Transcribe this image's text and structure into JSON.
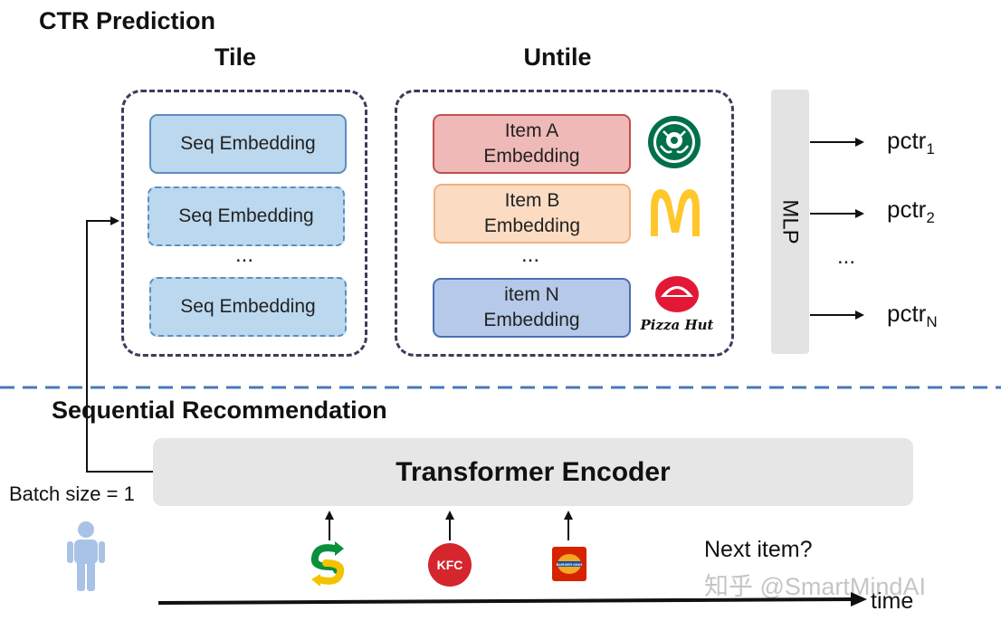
{
  "section_titles": {
    "ctr": "CTR Prediction",
    "seqrec": "Sequential Recommendation"
  },
  "columns": {
    "tile": "Tile",
    "untile": "Untile"
  },
  "tile_embeddings": [
    "Seq Embedding",
    "Seq Embedding",
    "Seq Embedding"
  ],
  "tile_ellipsis": "...",
  "untile_items": [
    {
      "line1": "Item A",
      "line2": "Embedding",
      "brand_icon": "starbucks-logo"
    },
    {
      "line1": "Item B",
      "line2": "Embedding",
      "brand_icon": "mcdonalds-logo"
    },
    {
      "line1": "item N",
      "line2": "Embedding",
      "brand_icon": "pizza-hut-logo"
    }
  ],
  "untile_ellipsis": "...",
  "pizza_hut_text": "Pizza Hut",
  "mlp_label": "MLP",
  "outputs": [
    {
      "base": "pctr",
      "sub": "1"
    },
    {
      "base": "pctr",
      "sub": "2"
    },
    {
      "base": "pctr",
      "sub": "N"
    }
  ],
  "outputs_ellipsis": "...",
  "encoder_label": "Transformer Encoder",
  "batch_size_label": "Batch size = 1",
  "history_icons": [
    "subway-logo",
    "kfc-logo",
    "burger-king-logo"
  ],
  "kfc_text": "KFC",
  "burger_king_text": "BURGER KING",
  "next_item_label": "Next item?",
  "time_label": "time",
  "watermark": "知乎 @SmartMindAI",
  "colors": {
    "box_border": "#3f3a5e",
    "divider": "#4a78b8",
    "seq_fill": "#bcd8ee",
    "item_a_fill": "#efb9b8",
    "item_b_fill": "#fbdcc3",
    "item_n_fill": "#b6c9e8",
    "user_icon": "#a9c3e6"
  }
}
